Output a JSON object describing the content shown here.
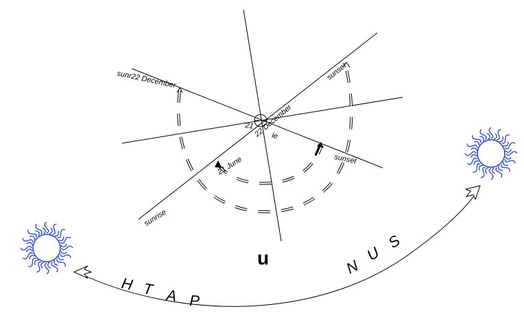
{
  "labels": {
    "sunrise_dec": "sunr22 December",
    "sunset_dec": "sunset",
    "sunrise_june": "sunrise",
    "sunset_june": "sunset",
    "june_label": "21 June",
    "december_label": "22 December",
    "center_overlap_a": "21",
    "center_overlap_b": "le",
    "north_glyph": "u"
  },
  "sun_path_letters": {
    "path": [
      "H",
      "T",
      "A",
      "P"
    ],
    "sun": [
      "N",
      "U",
      "S"
    ]
  },
  "colors": {
    "sun_stroke": "#1f3fd6",
    "line": "#000000",
    "background": "#ffffff"
  },
  "icons": {
    "left_sun": "sun-icon",
    "right_sun": "sun-icon",
    "left_arrow": "hollow-arrowhead-icon",
    "right_arrow": "hollow-arrowhead-icon"
  }
}
